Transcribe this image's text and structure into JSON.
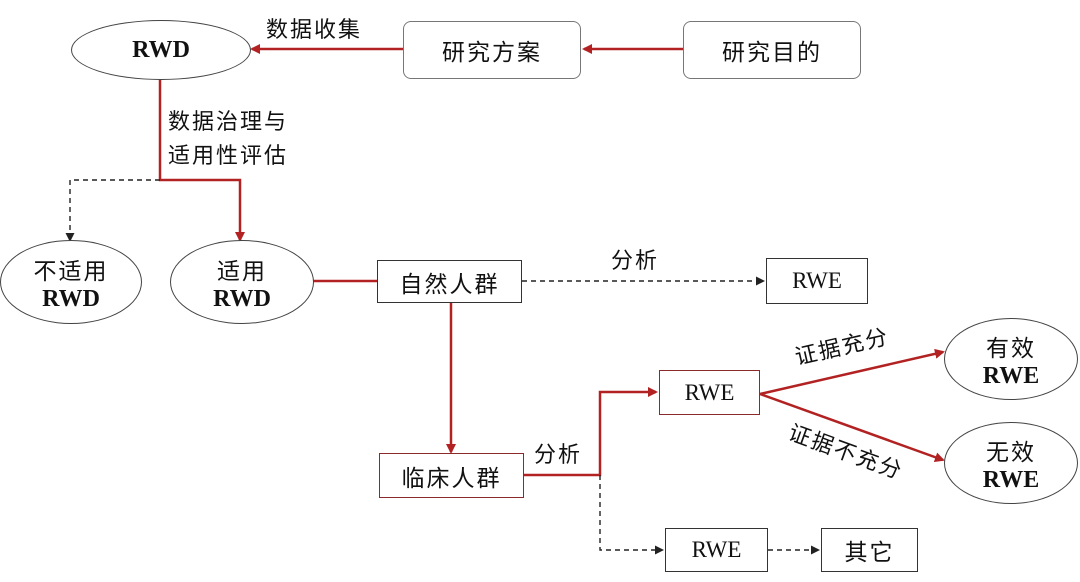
{
  "nodes": {
    "rwd_top": "RWD",
    "plan": "研究方案",
    "purpose": "研究目的",
    "unsuitable_line1": "不适用",
    "unsuitable_line2": "RWD",
    "suitable_line1": "适用",
    "suitable_line2": "RWD",
    "natural_pop": "自然人群",
    "rwe_natural": "RWE",
    "clinical_pop": "临床人群",
    "rwe_clinical": "RWE",
    "rwe_other": "RWE",
    "other": "其它",
    "effective_line1": "有效",
    "effective_line2": "RWE",
    "ineffective_line1": "无效",
    "ineffective_line2": "RWE"
  },
  "edge_labels": {
    "data_collection": "数据收集",
    "governance_line1": "数据治理与",
    "governance_line2": "适用性评估",
    "analysis_natural": "分析",
    "analysis_clinical": "分析",
    "sufficient": "证据充分",
    "insufficient": "证据不充分"
  },
  "colors": {
    "red_arrow": "#b22222",
    "black_dashed": "#222222"
  }
}
